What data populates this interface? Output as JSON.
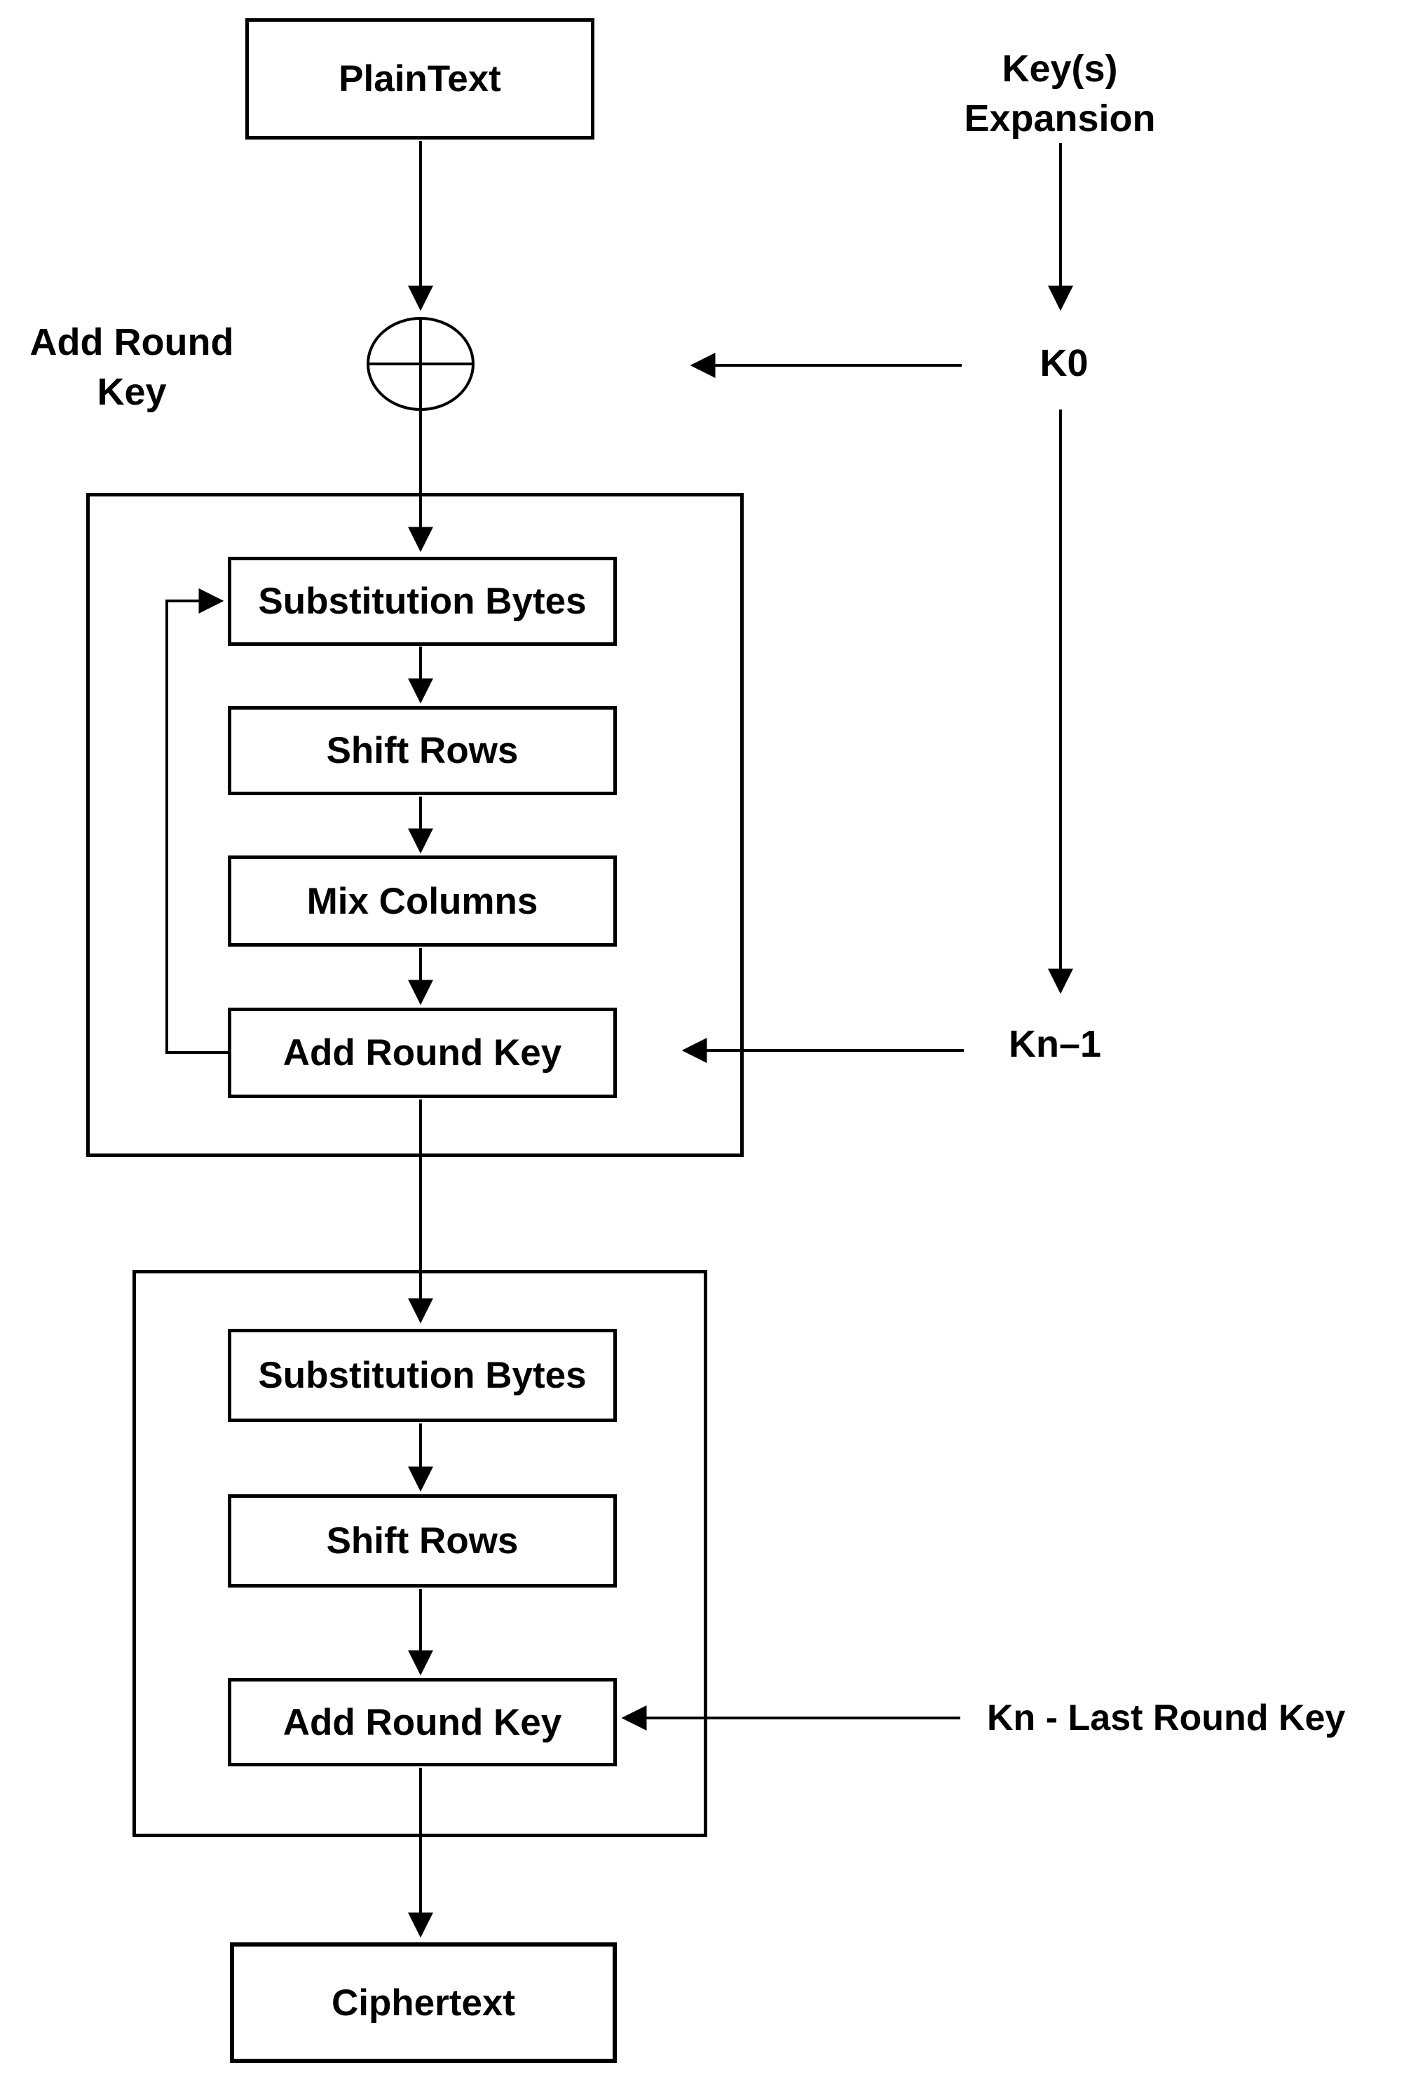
{
  "diagram": {
    "plaintext_label": "PlainText",
    "ciphertext_label": "Ciphertext",
    "round1": {
      "substitution_bytes": "Substitution Bytes",
      "shift_rows": "Shift Rows",
      "mix_columns": "Mix Columns",
      "add_round_key": "Add Round Key"
    },
    "round2": {
      "substitution_bytes": "Substitution Bytes",
      "shift_rows": "Shift Rows",
      "add_round_key": "Add Round Key"
    },
    "annotations": {
      "add_round_key_xor": "Add Round\nKey",
      "keys_expansion": "Key(s)\nExpansion",
      "k0": "K0",
      "kn_minus_1": "Kn–1",
      "kn_last_round_key": "Kn - Last Round Key"
    },
    "colors": {
      "ink": "#000000",
      "background": "#ffffff"
    }
  }
}
